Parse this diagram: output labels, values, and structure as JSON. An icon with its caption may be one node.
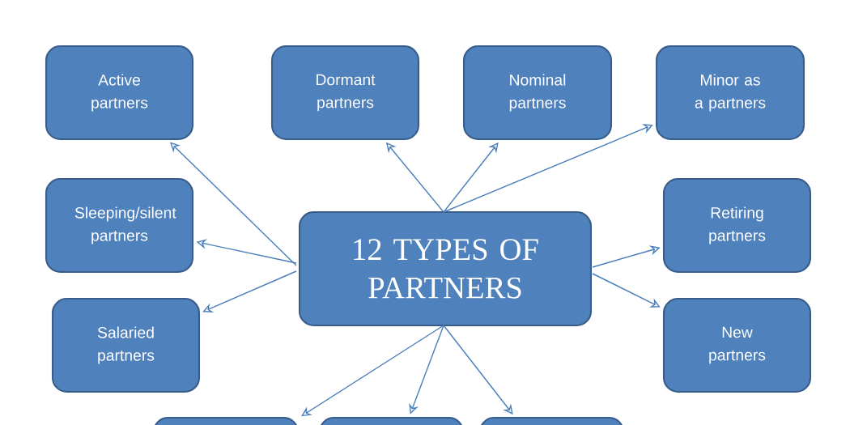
{
  "diagram": {
    "nodes": [
      {
        "text": [
          "12 TYPES OF PARTNERS"
        ]
      },
      {
        "text": [
          "Active partners"
        ]
      },
      {
        "text": [
          "Dormant partners"
        ]
      },
      {
        "text": [
          "Nominal partners"
        ]
      },
      {
        "text": [
          "Minor as a partners"
        ]
      },
      {
        "text": [
          "Sleeping/silent partners"
        ]
      },
      {
        "text": [
          "Retiring partners"
        ]
      },
      {
        "text": [
          "Salaried partners"
        ]
      },
      {
        "text": [
          "New partners"
        ]
      },
      {
        "text": [],
        "shape": "box"
      },
      {
        "text": [],
        "shape": "box"
      },
      {
        "text": [],
        "shape": "box"
      }
    ],
    "edges": [
      {
        "from": 0,
        "to": 1,
        "arrow": "to"
      },
      {
        "from": 0,
        "to": 2,
        "arrow": "to"
      },
      {
        "from": 0,
        "to": 3,
        "arrow": "to"
      },
      {
        "from": 0,
        "to": 4,
        "arrow": "to"
      },
      {
        "from": 0,
        "to": 5,
        "arrow": "to"
      },
      {
        "from": 0,
        "to": 6,
        "arrow": "to"
      },
      {
        "from": 0,
        "to": 7,
        "arrow": "to"
      },
      {
        "from": 0,
        "to": 8,
        "arrow": "to"
      },
      {
        "from": 0,
        "to": 9,
        "arrow": "to"
      },
      {
        "from": 0,
        "to": 10,
        "arrow": "to"
      },
      {
        "from": 0,
        "to": 11,
        "arrow": "to"
      }
    ]
  }
}
